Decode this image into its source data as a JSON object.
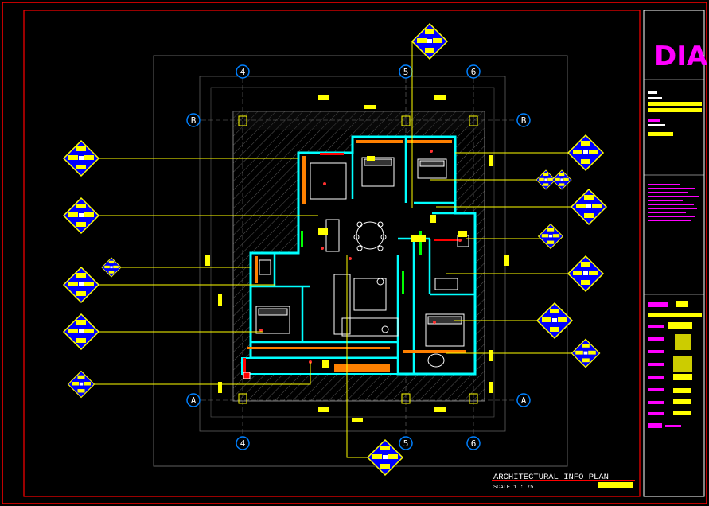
{
  "drawing": {
    "title": "ARCHITECTURAL  INFO  PLAN",
    "scale": "SCALE 1 : 75"
  },
  "title_block": {
    "logo": "DIA"
  },
  "grid": {
    "top": [
      "4",
      "5",
      "6"
    ],
    "bottom": [
      "4",
      "5",
      "6"
    ],
    "left": [
      "B",
      "A"
    ],
    "right": [
      "B",
      "A"
    ]
  },
  "colors": {
    "background": "#000000",
    "frame": "#ff0000",
    "wall": "#00ffff",
    "callout": "#ffff00",
    "bubble_fill": "#0000ff",
    "logo": "#ff00ff",
    "hatch": "#808080",
    "furniture": "#ffffff",
    "accent_orange": "#ff8000",
    "accent_green": "#00ff00",
    "grid_line": "#606060"
  }
}
